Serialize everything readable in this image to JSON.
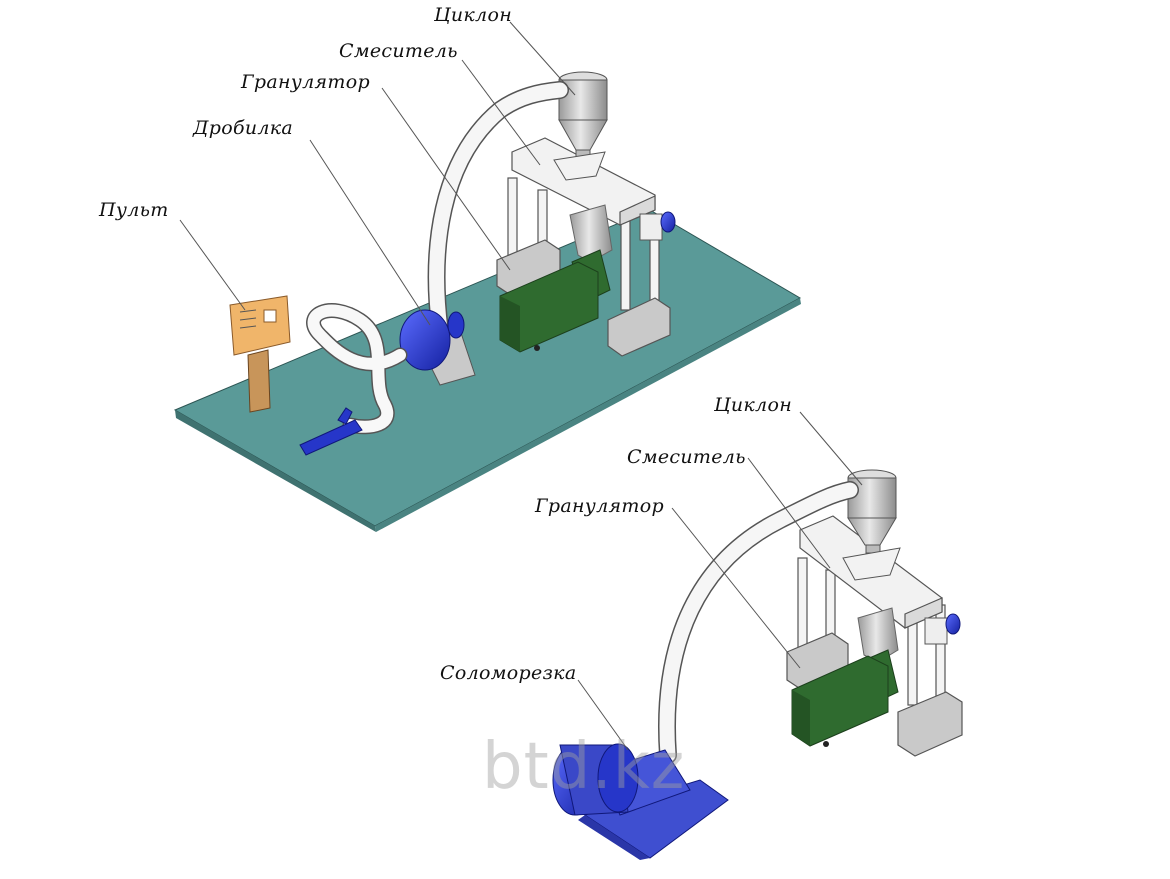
{
  "labels": {
    "top": {
      "cyclone": "Циклон",
      "mixer": "Смеситель",
      "granulator": "Гранулятор",
      "crusher": "Дробилка",
      "console": "Пульт"
    },
    "bottom": {
      "cyclone": "Циклон",
      "mixer": "Смеситель",
      "granulator": "Гранулятор",
      "straw_cutter": "Соломорезка"
    }
  },
  "watermark": "btd.kz",
  "colors": {
    "platform": "#5a9a98",
    "platform_edge": "#3f7270",
    "frame": "#f2f2f2",
    "cyclone": "#cfcfcf",
    "granulator": "#2f6b2f",
    "motor": "#2636c9",
    "straw_cutter": "#3f4fd0",
    "console": "#f0b56a",
    "post": "#c8955a",
    "box": "#c8c8c8"
  }
}
